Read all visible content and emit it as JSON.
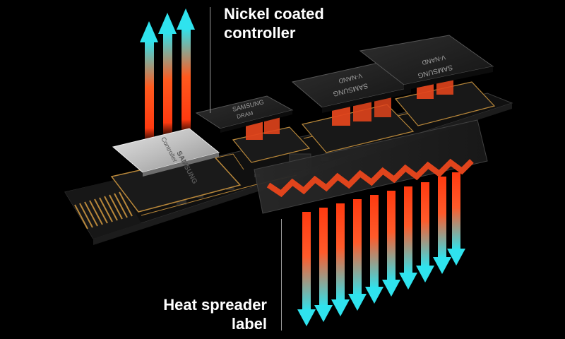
{
  "labels": {
    "controller": {
      "line1": "Nickel coated",
      "line2": "controller"
    },
    "heat_spreader": {
      "line1": "Heat spreader",
      "line2": "label"
    }
  },
  "chips": {
    "controller": {
      "brand": "SAMSUNG",
      "name": "Controller"
    },
    "dram": {
      "brand": "SAMSUNG",
      "name": "DRAM"
    },
    "nand_1": {
      "brand": "SAMSUNG",
      "name": "V-NAND"
    },
    "nand_2": {
      "brand": "SAMSUNG",
      "name": "V-NAND"
    }
  },
  "colors": {
    "background": "#000000",
    "arrow_hot": "#ff3a10",
    "arrow_cool": "#2fe3ee",
    "pcb": "#141414",
    "chip": "#1f1f1f",
    "controller_metal": "#c9c9c9",
    "heat_pad": "#e0441c",
    "gold": "#b8873a",
    "label_text": "#ffffff"
  },
  "icons": {
    "upward_arrows": "heat-up-arrow-icon",
    "downward_arrows": "heat-down-arrow-icon"
  }
}
